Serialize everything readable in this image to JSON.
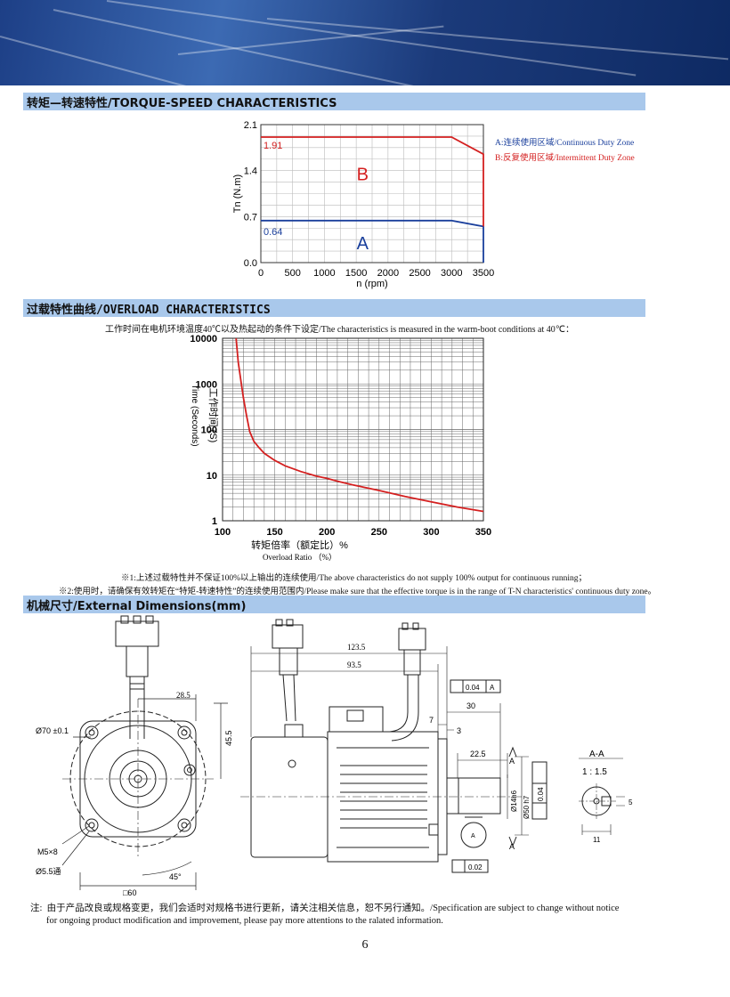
{
  "sections": {
    "torque": "转矩—转速特性/TORQUE-SPEED CHARACTERISTICS",
    "overload": "过载特性曲线/OVERLOAD CHARACTERISTICS",
    "dimensions": "机械尺寸/External Dimensions(mm)"
  },
  "torque_legend": {
    "a": "A:连续使用区域/Continuous Duty Zone",
    "b": "B:反复使用区域/Intermittent Duty Zone"
  },
  "overload_subtitle": "工作时间在电机环境温度40℃以及热起动的条件下设定/The characteristics is measured in the warm-boot conditions at 40℃：",
  "overload_notes": [
    "※1:上述过载特性并不保证100%以上输出的连续使用/The above characteristics do not supply 100% output for continuous running；",
    "※2:使用时，请确保有效转矩在“特矩-转速特性”的连续使用范围内/Please make sure that the effective torque is in the range of T-N characteristics' continuous duty zone。"
  ],
  "chart_data": [
    {
      "type": "area",
      "xlabel": "n (rpm)",
      "ylabel": "Tn (N.m)",
      "xlim": [
        0,
        3500
      ],
      "ylim": [
        0,
        2.1
      ],
      "xticks": [
        0,
        500,
        1000,
        1500,
        2000,
        2500,
        3000,
        3500
      ],
      "yticks": [
        "0.0",
        "0.7",
        "1.4",
        "2.1"
      ],
      "grid": true,
      "series": [
        {
          "name": "A",
          "color": "#1a3f9c",
          "label": "0.64",
          "points": [
            [
              0,
              0.64
            ],
            [
              3000,
              0.64
            ],
            [
              3500,
              0.55
            ],
            [
              3500,
              0
            ]
          ]
        },
        {
          "name": "B",
          "color": "#d42020",
          "label": "1.91",
          "points": [
            [
              0,
              1.91
            ],
            [
              3000,
              1.91
            ],
            [
              3500,
              1.65
            ],
            [
              3500,
              0.55
            ]
          ]
        }
      ]
    },
    {
      "type": "line",
      "xlabel": "转矩倍率（额定比）%",
      "xlabel2": "Overload Ratio （%）",
      "ylabel": "工作时间 (S)",
      "ylabel2": "Time (Seconds)",
      "xlim": [
        100,
        350
      ],
      "ylim": [
        1,
        10000
      ],
      "yscale": "log",
      "xticks": [
        100,
        150,
        200,
        250,
        300,
        350
      ],
      "yticks": [
        "1",
        "10",
        "100",
        "1000",
        "10000"
      ],
      "grid": true,
      "series": [
        {
          "color": "#d42020",
          "x": [
            113,
            115,
            118,
            120,
            123,
            126,
            130,
            135,
            140,
            150,
            160,
            175,
            190,
            200,
            210,
            225,
            250,
            275,
            300,
            325,
            350
          ],
          "y": [
            10000,
            3000,
            1000,
            500,
            200,
            90,
            55,
            40,
            30,
            21,
            16,
            12,
            9.5,
            8.5,
            7.4,
            6.1,
            4.6,
            3.4,
            2.6,
            2.0,
            1.6
          ]
        }
      ]
    }
  ],
  "drawing": {
    "front": {
      "dim_28_5": "28.5",
      "dim_45_5": "45.5",
      "phi70": "Ø70  ±0.1",
      "m5": "M5×8",
      "phi55": "Ø5.5通",
      "sq60": "□60",
      "angle": "45°"
    },
    "side": {
      "dim_123_5": "123.5",
      "dim_93_5": "93.5",
      "dim_30": "30",
      "dim_7": "7",
      "dim_3": "3",
      "dim_22_5": "22.5",
      "phi14": "Ø14h6",
      "phi50": "Ø50 h7",
      "tol1": "0.04",
      "tol2": "0.04",
      "tol3": "0.02",
      "datum": "A",
      "section": "A",
      "runout_a": "A"
    },
    "section": {
      "title": "A-A",
      "scale": "1 : 1.5",
      "dim_11": "11",
      "dim_5": "5"
    }
  },
  "footer": {
    "label": "注:",
    "line1": "由于产品改良或规格变更，我们会适时对规格书进行更新，请关注相关信息，恕不另行通知。/Specification are subject to change without notice",
    "line2": "for ongoing product modification and improvement, please pay more attentions to the ralated information."
  },
  "page_number": "6"
}
